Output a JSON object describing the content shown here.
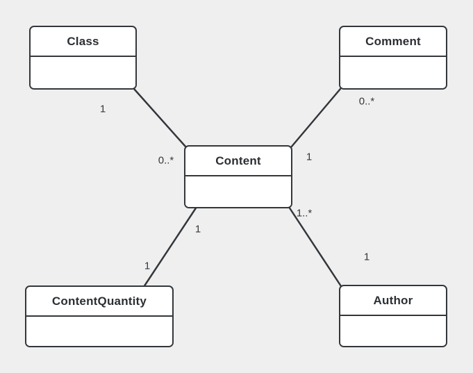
{
  "diagram": {
    "type": "uml-class-diagram",
    "nodes": [
      {
        "id": "class",
        "label": "Class",
        "attributes": []
      },
      {
        "id": "comment",
        "label": "Comment",
        "attributes": []
      },
      {
        "id": "content",
        "label": "Content",
        "attributes": []
      },
      {
        "id": "contentquantity",
        "label": "ContentQuantity",
        "attributes": []
      },
      {
        "id": "author",
        "label": "Author",
        "attributes": []
      }
    ],
    "edges": [
      {
        "from": "Class",
        "to": "Content",
        "source_label": "1",
        "target_label": "0..*"
      },
      {
        "from": "Comment",
        "to": "Content",
        "source_label": "0..*",
        "target_label": "1"
      },
      {
        "from": "Content",
        "to": "ContentQuantity",
        "source_label": "1",
        "target_label": "1"
      },
      {
        "from": "Content",
        "to": "Author",
        "source_label": "1..*",
        "target_label": "1"
      }
    ]
  },
  "colors": {
    "background": "#efefef",
    "node_fill": "#ffffff",
    "node_border": "#33373b",
    "line": "#33373b",
    "text": "#2b2f33"
  }
}
